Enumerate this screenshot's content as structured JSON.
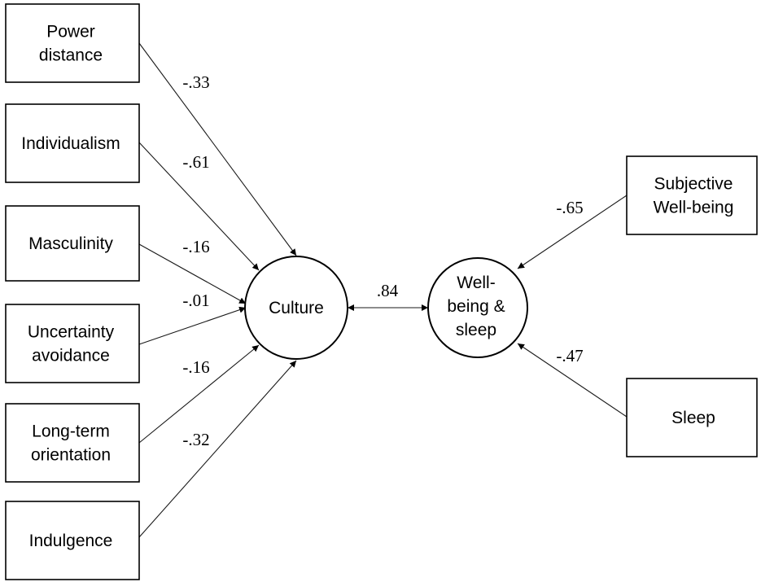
{
  "diagram": {
    "indicators_left": [
      {
        "id": "power-distance",
        "lines": [
          "Power",
          "distance"
        ],
        "coef": "-.33"
      },
      {
        "id": "individualism",
        "lines": [
          "Individualism"
        ],
        "coef": "-.61"
      },
      {
        "id": "masculinity",
        "lines": [
          "Masculinity"
        ],
        "coef": "-.16"
      },
      {
        "id": "uncertainty-avoidance",
        "lines": [
          "Uncertainty",
          "avoidance"
        ],
        "coef": "-.01"
      },
      {
        "id": "long-term-orientation",
        "lines": [
          "Long-term",
          "orientation"
        ],
        "coef": "-.16"
      },
      {
        "id": "indulgence",
        "lines": [
          "Indulgence"
        ],
        "coef": "-.32"
      }
    ],
    "latent_left": {
      "id": "culture",
      "lines": [
        "Culture"
      ]
    },
    "latent_right": {
      "id": "well-being-sleep",
      "lines": [
        "Well-",
        "being &",
        "sleep"
      ]
    },
    "correlation": ".84",
    "indicators_right": [
      {
        "id": "subjective-well-being",
        "lines": [
          "Subjective",
          "Well-being"
        ],
        "coef": "-.65"
      },
      {
        "id": "sleep",
        "lines": [
          "Sleep"
        ],
        "coef": "-.47"
      }
    ]
  }
}
